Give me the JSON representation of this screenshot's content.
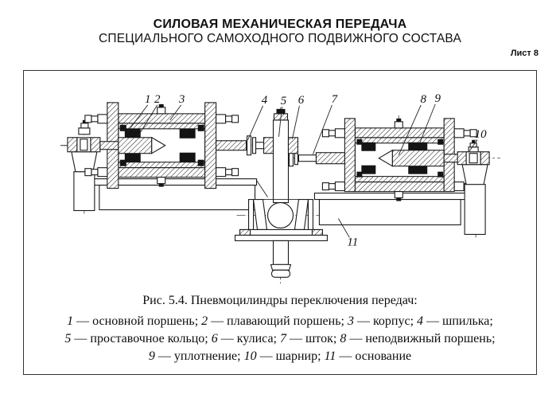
{
  "page": {
    "title": "СИЛОВАЯ МЕХАНИЧЕСКАЯ ПЕРЕДАЧА",
    "subtitle": "СПЕЦИАЛЬНОГО САМОХОДНОГО ПОДВИЖНОГО СОСТАВА",
    "sheet_label": "Лист 8"
  },
  "figure": {
    "caption": "Рис. 5.4. Пневмоцилиндры переключения передач:",
    "callouts": [
      "1",
      "2",
      "3",
      "4",
      "5",
      "6",
      "7",
      "8",
      "9",
      "10",
      "11"
    ],
    "legend_rows": [
      [
        {
          "num": "1",
          "text": "основной поршень"
        },
        {
          "num": "2",
          "text": "плавающий поршень"
        },
        {
          "num": "3",
          "text": "корпус"
        },
        {
          "num": "4",
          "text": "шпилька"
        }
      ],
      [
        {
          "num": "5",
          "text": "проставочное кольцо"
        },
        {
          "num": "6",
          "text": "кулиса"
        },
        {
          "num": "7",
          "text": "шток"
        },
        {
          "num": "8",
          "text": "неподвижный поршень"
        }
      ],
      [
        {
          "num": "9",
          "text": "уплотнение"
        },
        {
          "num": "10",
          "text": "шарнир"
        },
        {
          "num": "11",
          "text": "основание"
        }
      ]
    ],
    "colors": {
      "ink": "#1a1a1a",
      "paper": "#ffffff",
      "frame": "#333333"
    }
  }
}
